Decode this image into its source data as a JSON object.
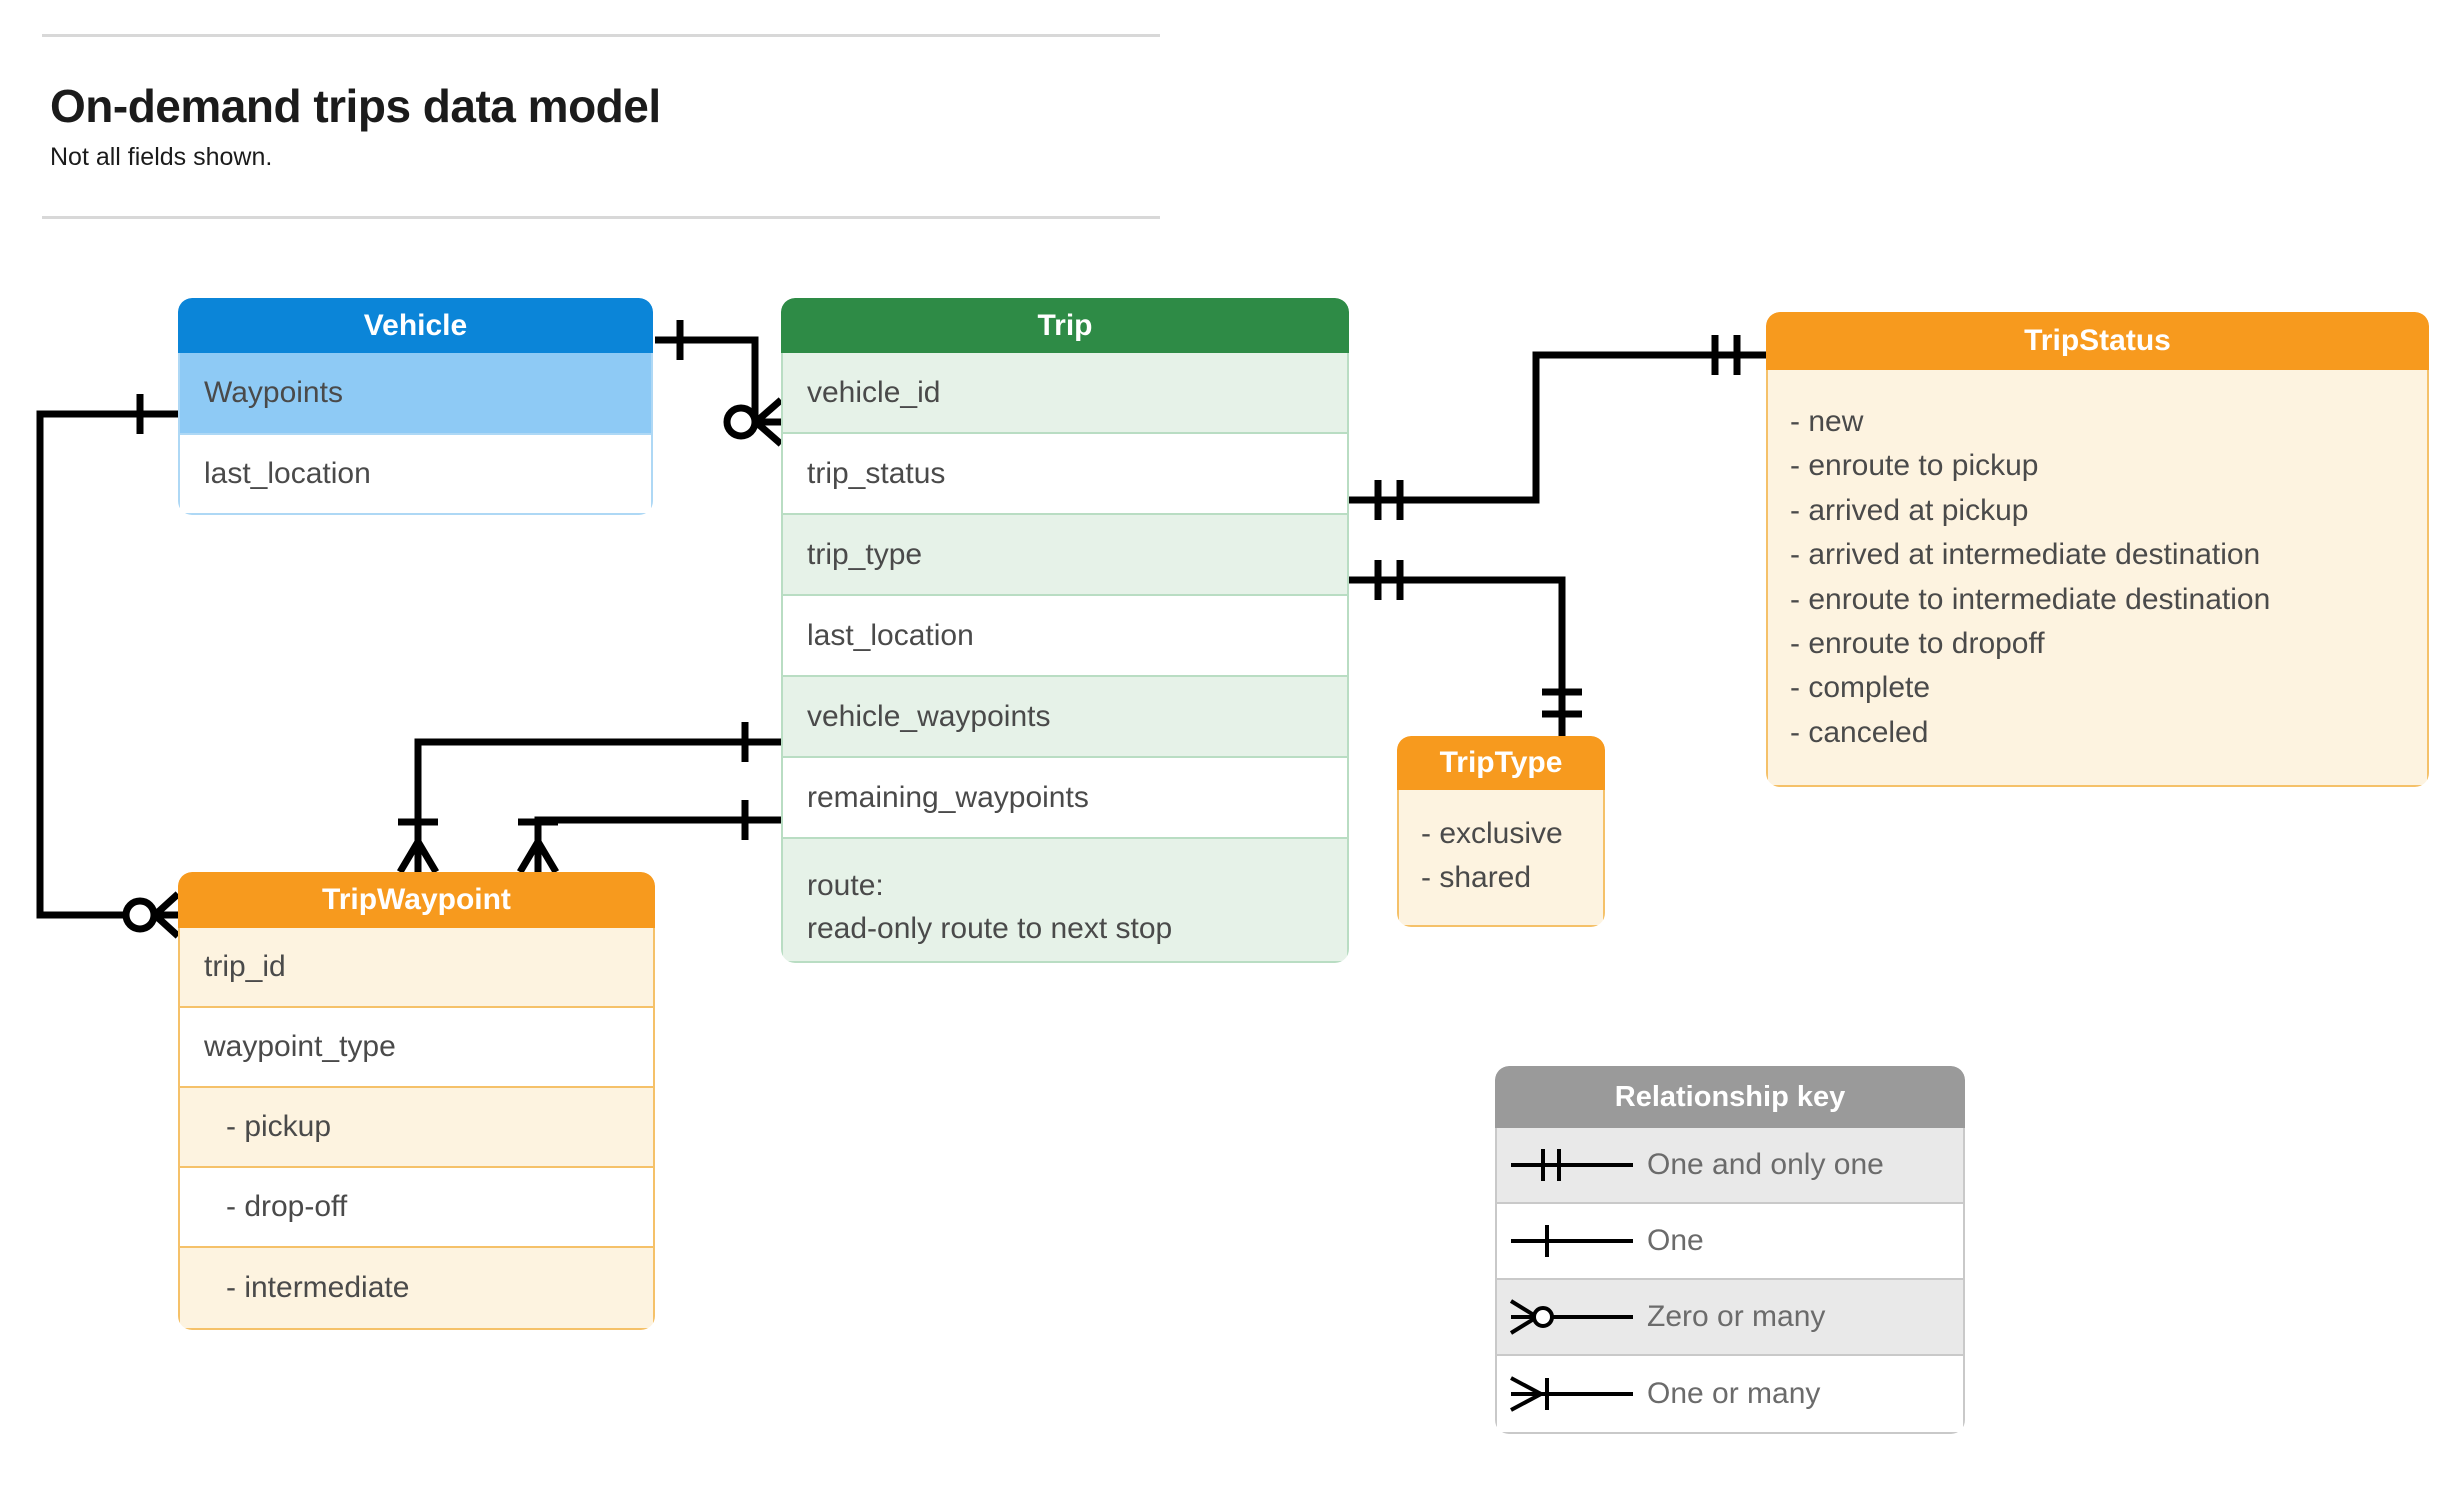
{
  "header": {
    "title": "On-demand trips data model",
    "subtitle": "Not all fields shown."
  },
  "entities": {
    "vehicle": {
      "name": "Vehicle",
      "header_color": "#0b85d8",
      "rows": [
        "Waypoints",
        "last_location"
      ]
    },
    "trip": {
      "name": "Trip",
      "header_color": "#2e8b46",
      "rows": [
        "vehicle_id",
        "trip_status",
        "trip_type",
        "last_location",
        "vehicle_waypoints",
        "remaining_waypoints",
        "route:\nread-only route to next stop"
      ]
    },
    "trip_status": {
      "name": "TripStatus",
      "header_color": "#f79a1e",
      "values": [
        "- new",
        "- enroute to pickup",
        "- arrived at pickup",
        "- arrived at intermediate destination",
        "- enroute to intermediate destination",
        "- enroute to dropoff",
        "- complete",
        "- canceled"
      ]
    },
    "trip_type": {
      "name": "TripType",
      "header_color": "#f79a1e",
      "values": [
        "- exclusive",
        "- shared"
      ]
    },
    "trip_waypoint": {
      "name": "TripWaypoint",
      "header_color": "#f79a1e",
      "rows": [
        "trip_id",
        "waypoint_type",
        "-  pickup",
        "-  drop-off",
        "-  intermediate"
      ]
    }
  },
  "legend": {
    "title": "Relationship key",
    "rows": [
      {
        "symbol": "one-and-only-one-symbol",
        "label": "One and only one"
      },
      {
        "symbol": "one-symbol",
        "label": "One"
      },
      {
        "symbol": "zero-or-many-symbol",
        "label": "Zero or many"
      },
      {
        "symbol": "one-or-many-symbol",
        "label": "One or many"
      }
    ]
  },
  "relationships": [
    {
      "from": "Vehicle",
      "from_cardinality": "One",
      "to": "Trip.vehicle_id",
      "to_cardinality": "Zero or many"
    },
    {
      "from": "Vehicle.Waypoints",
      "from_cardinality": "One",
      "to": "TripWaypoint",
      "to_cardinality": "Zero or many"
    },
    {
      "from": "Trip.trip_status",
      "from_cardinality": "One and only one",
      "to": "TripStatus",
      "to_cardinality": "One and only one"
    },
    {
      "from": "Trip.trip_type",
      "from_cardinality": "One and only one",
      "to": "TripType",
      "to_cardinality": "One and only one"
    },
    {
      "from": "Trip.vehicle_waypoints",
      "from_cardinality": "One",
      "to": "TripWaypoint",
      "to_cardinality": "One or many"
    },
    {
      "from": "Trip.remaining_waypoints",
      "from_cardinality": "One",
      "to": "TripWaypoint",
      "to_cardinality": "One or many"
    }
  ]
}
